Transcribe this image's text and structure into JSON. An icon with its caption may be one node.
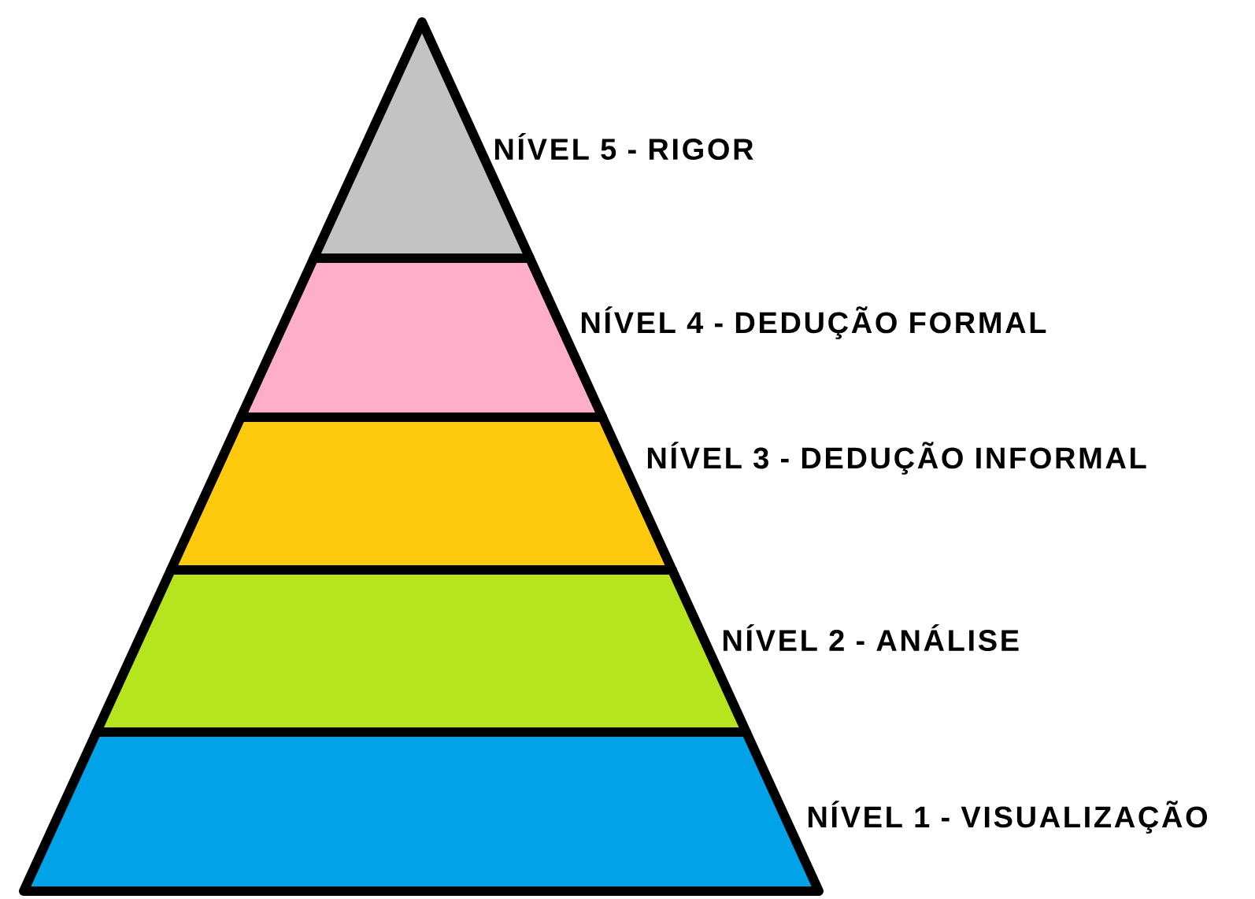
{
  "diagram": {
    "nodes": [
      {
        "text": [],
        "shape": "triangle",
        "beside": [
          "NÍVEL 5 - RIGOR"
        ]
      },
      {
        "text": [],
        "shape": "band",
        "beside": [
          "NÍVEL 4 - DEDUÇÃO FORMAL"
        ]
      },
      {
        "text": [],
        "shape": "band",
        "beside": [
          "NÍVEL 3 - DEDUÇÃO INFORMAL"
        ]
      },
      {
        "text": [],
        "shape": "band",
        "beside": [
          "NÍVEL 2 - ANÁLISE"
        ]
      },
      {
        "text": [],
        "shape": "band",
        "beside": [
          "NÍVEL 1 - VISUALIZAÇÃO"
        ]
      }
    ]
  }
}
